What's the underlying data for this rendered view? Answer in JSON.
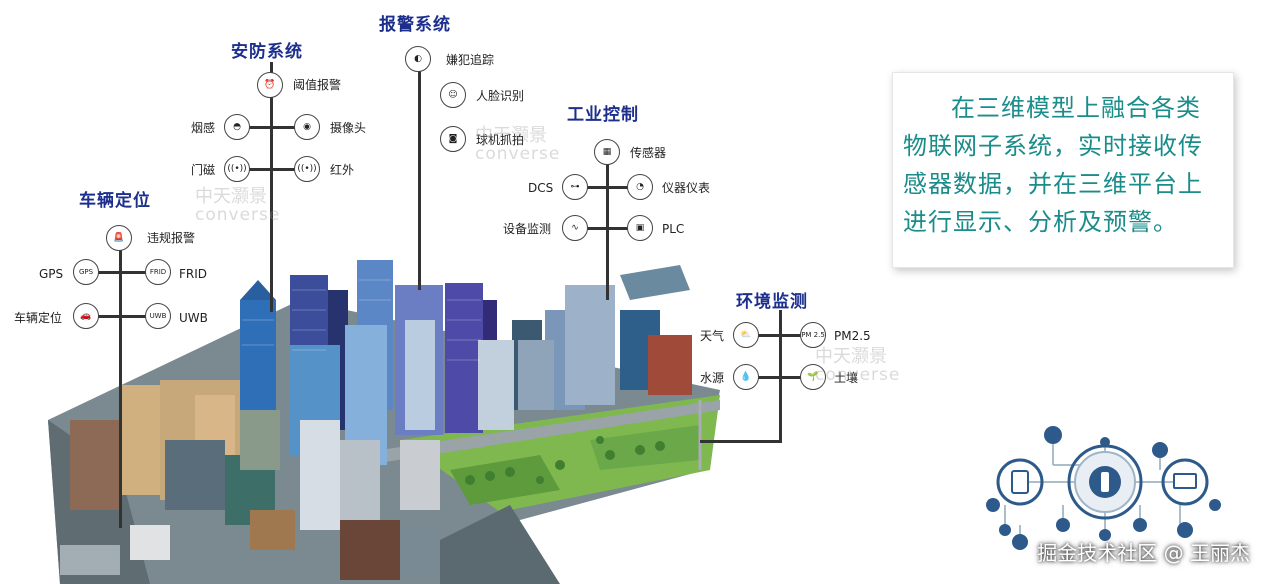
{
  "systems": {
    "security": {
      "title": "安防系统",
      "items": {
        "threshold_alarm": "阈值报警",
        "smoke": "烟感",
        "camera": "摄像头",
        "door": "门磁",
        "infrared": "红外"
      }
    },
    "alarm": {
      "title": "报警系统",
      "items": {
        "suspect_tracking": "嫌犯追踪",
        "face_recognition": "人脸识别",
        "dome_capture": "球机抓拍"
      }
    },
    "industrial": {
      "title": "工业控制",
      "items": {
        "sensor": "传感器",
        "dcs": "DCS",
        "instrument": "仪器仪表",
        "equipment_monitor": "设备监测",
        "plc": "PLC"
      }
    },
    "vehicle": {
      "title": "车辆定位",
      "items": {
        "violation_alarm": "违规报警",
        "gps": "GPS",
        "frid": "FRID",
        "vehicle_positioning": "车辆定位",
        "uwb": "UWB"
      }
    },
    "environment": {
      "title": "环境监测",
      "items": {
        "weather": "天气",
        "pm25": "PM2.5",
        "water": "水源",
        "soil": "土壤"
      }
    }
  },
  "icon_text": {
    "gps": "GPS",
    "frid": "FRID",
    "uwb": "UWB",
    "pm25": "PM 2.5"
  },
  "description": "在三维模型上融合各类物联网子系统，实时接收传感器数据，并在三维平台上进行显示、分析及预警。",
  "watermark": {
    "cn": "中天灏景",
    "en": "converse"
  },
  "credit": "掘金技术社区 @ 王丽杰",
  "colors": {
    "title": "#1d2f8c",
    "description": "#1a8c8a",
    "panel_bg": "#ffffff",
    "line": "#333333"
  }
}
